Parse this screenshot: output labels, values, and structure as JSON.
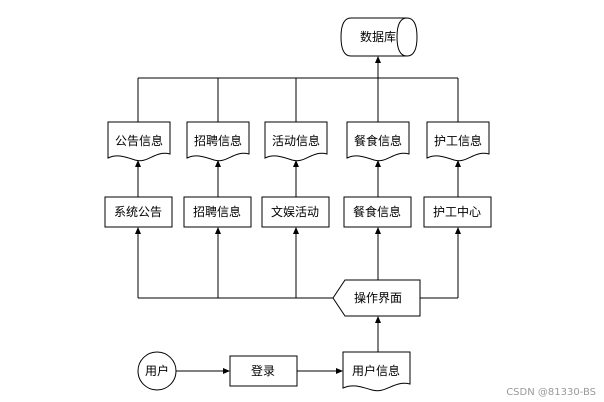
{
  "diagram": {
    "database": "数据库",
    "documents": [
      "公告信息",
      "招聘信息",
      "活动信息",
      "餐食信息",
      "护工信息"
    ],
    "modules": [
      "系统公告",
      "招聘信息",
      "文娱活动",
      "餐食信息",
      "护工中心"
    ],
    "interface": "操作界面",
    "user": "用户",
    "login": "登录",
    "user_info": "用户信息"
  },
  "watermark": "CSDN @81330-BS"
}
